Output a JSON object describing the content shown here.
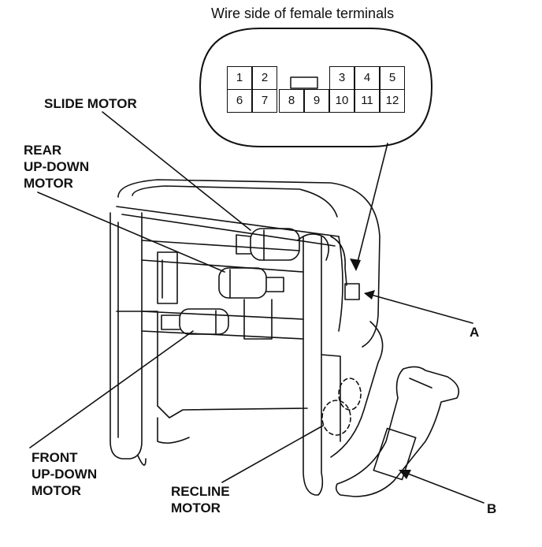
{
  "connector": {
    "caption": "Wire side of female terminals",
    "top_row": [
      "1",
      "2",
      "3",
      "4",
      "5"
    ],
    "bottom_row": [
      "6",
      "7",
      "8",
      "9",
      "10",
      "11",
      "12"
    ]
  },
  "labels": {
    "slide_motor": "SLIDE MOTOR",
    "rear_updown": [
      "REAR",
      "UP-DOWN",
      "MOTOR"
    ],
    "front_updown": [
      "FRONT",
      "UP-DOWN",
      "MOTOR"
    ],
    "recline": [
      "RECLINE",
      "MOTOR"
    ],
    "callout_a": "A",
    "callout_b": "B"
  }
}
